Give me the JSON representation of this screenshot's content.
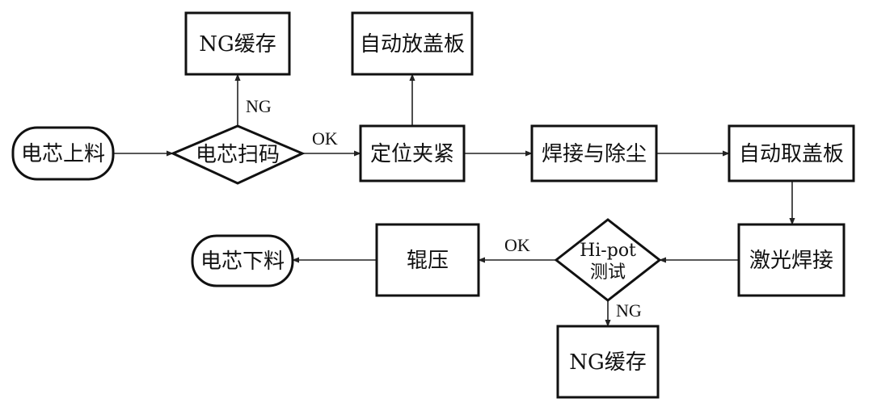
{
  "nodes": {
    "load_cell": "电芯上料",
    "scan_code": "电芯扫码",
    "ng_buffer_top": "NG缓存",
    "auto_place_cover": "自动放盖板",
    "position_clamp": "定位夹紧",
    "weld_dust": "焊接与除尘",
    "auto_take_cover": "自动取盖板",
    "laser_weld": "激光焊接",
    "hipot_line1": "Hi-pot",
    "hipot_line2": "测试",
    "rolling": "辊压",
    "unload_cell": "电芯下料",
    "ng_buffer_bottom": "NG缓存"
  },
  "edges": {
    "scan_ok": "OK",
    "scan_ng": "NG",
    "hipot_ok": "OK",
    "hipot_ng": "NG"
  }
}
